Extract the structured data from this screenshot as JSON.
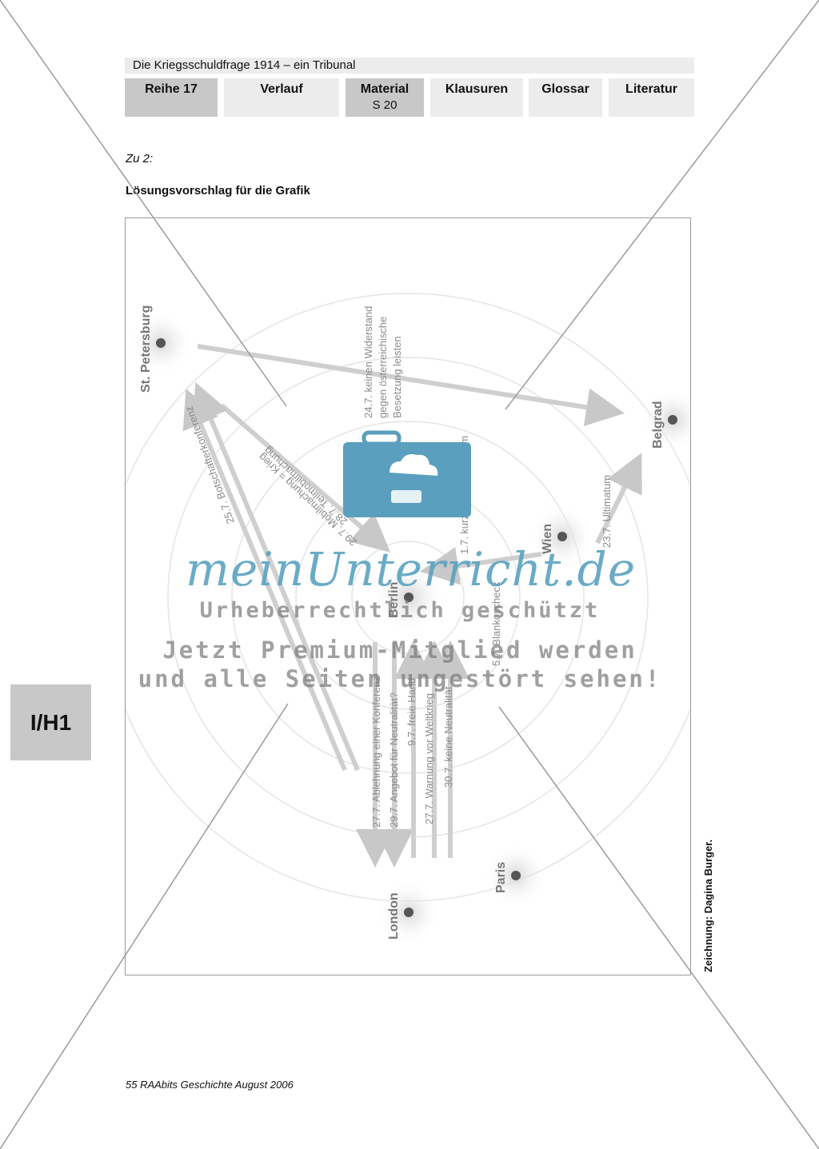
{
  "header": {
    "title": "Die Kriegsschuldfrage 1914 – ein Tribunal"
  },
  "nav": {
    "tabs": [
      {
        "label": "Reihe 17",
        "sub": ""
      },
      {
        "label": "Verlauf",
        "sub": ""
      },
      {
        "label": "Material",
        "sub": "S 20"
      },
      {
        "label": "Klausuren",
        "sub": ""
      },
      {
        "label": "Glossar",
        "sub": ""
      },
      {
        "label": "Literatur",
        "sub": ""
      }
    ]
  },
  "section": {
    "label": "Zu 2:",
    "heading": "Lösungsvorschlag für die Grafik"
  },
  "figure": {
    "cities": {
      "st_petersburg": "St. Petersburg",
      "belgrad": "Belgrad",
      "wien": "Wien",
      "berlin": "Berlin",
      "london": "London",
      "paris": "Paris"
    },
    "annotations": {
      "a1_line1": "24.7. keinen Widerstand",
      "a1_line2": "gegen österreichische",
      "a1_line3": "Besetzung leisten",
      "a2": "28.7. Teilmobilmachung",
      "a3": "29.7. Mobilmachung = Krieg",
      "a4": "25.7. Botschafterkonferenz",
      "a5": "1.7. kurze Frist/Ultimatum",
      "a6": "23.7. Ultimatum",
      "a7": "5.7. Blankoscheck",
      "a8": "27.7. Ablehnung einer Konferenz",
      "a9": "29.7. Angebot für Neutralität?",
      "a10": "9.7. freie Hand",
      "a11": "27.7. Warnung vor Weltkrieg",
      "a12": "30.7. keine Neutralität"
    },
    "credit": "Zeichnung: Dagina Burger."
  },
  "side_tab": "I/H1",
  "footer": "55 RAAbits Geschichte August 2006",
  "watermark": {
    "url": "meinUnterricht.de",
    "line1": "Urheberrechtlich geschützt",
    "line2": "Jetzt Premium-Mitglied werden",
    "line3": "und alle Seiten ungestört sehen!"
  }
}
